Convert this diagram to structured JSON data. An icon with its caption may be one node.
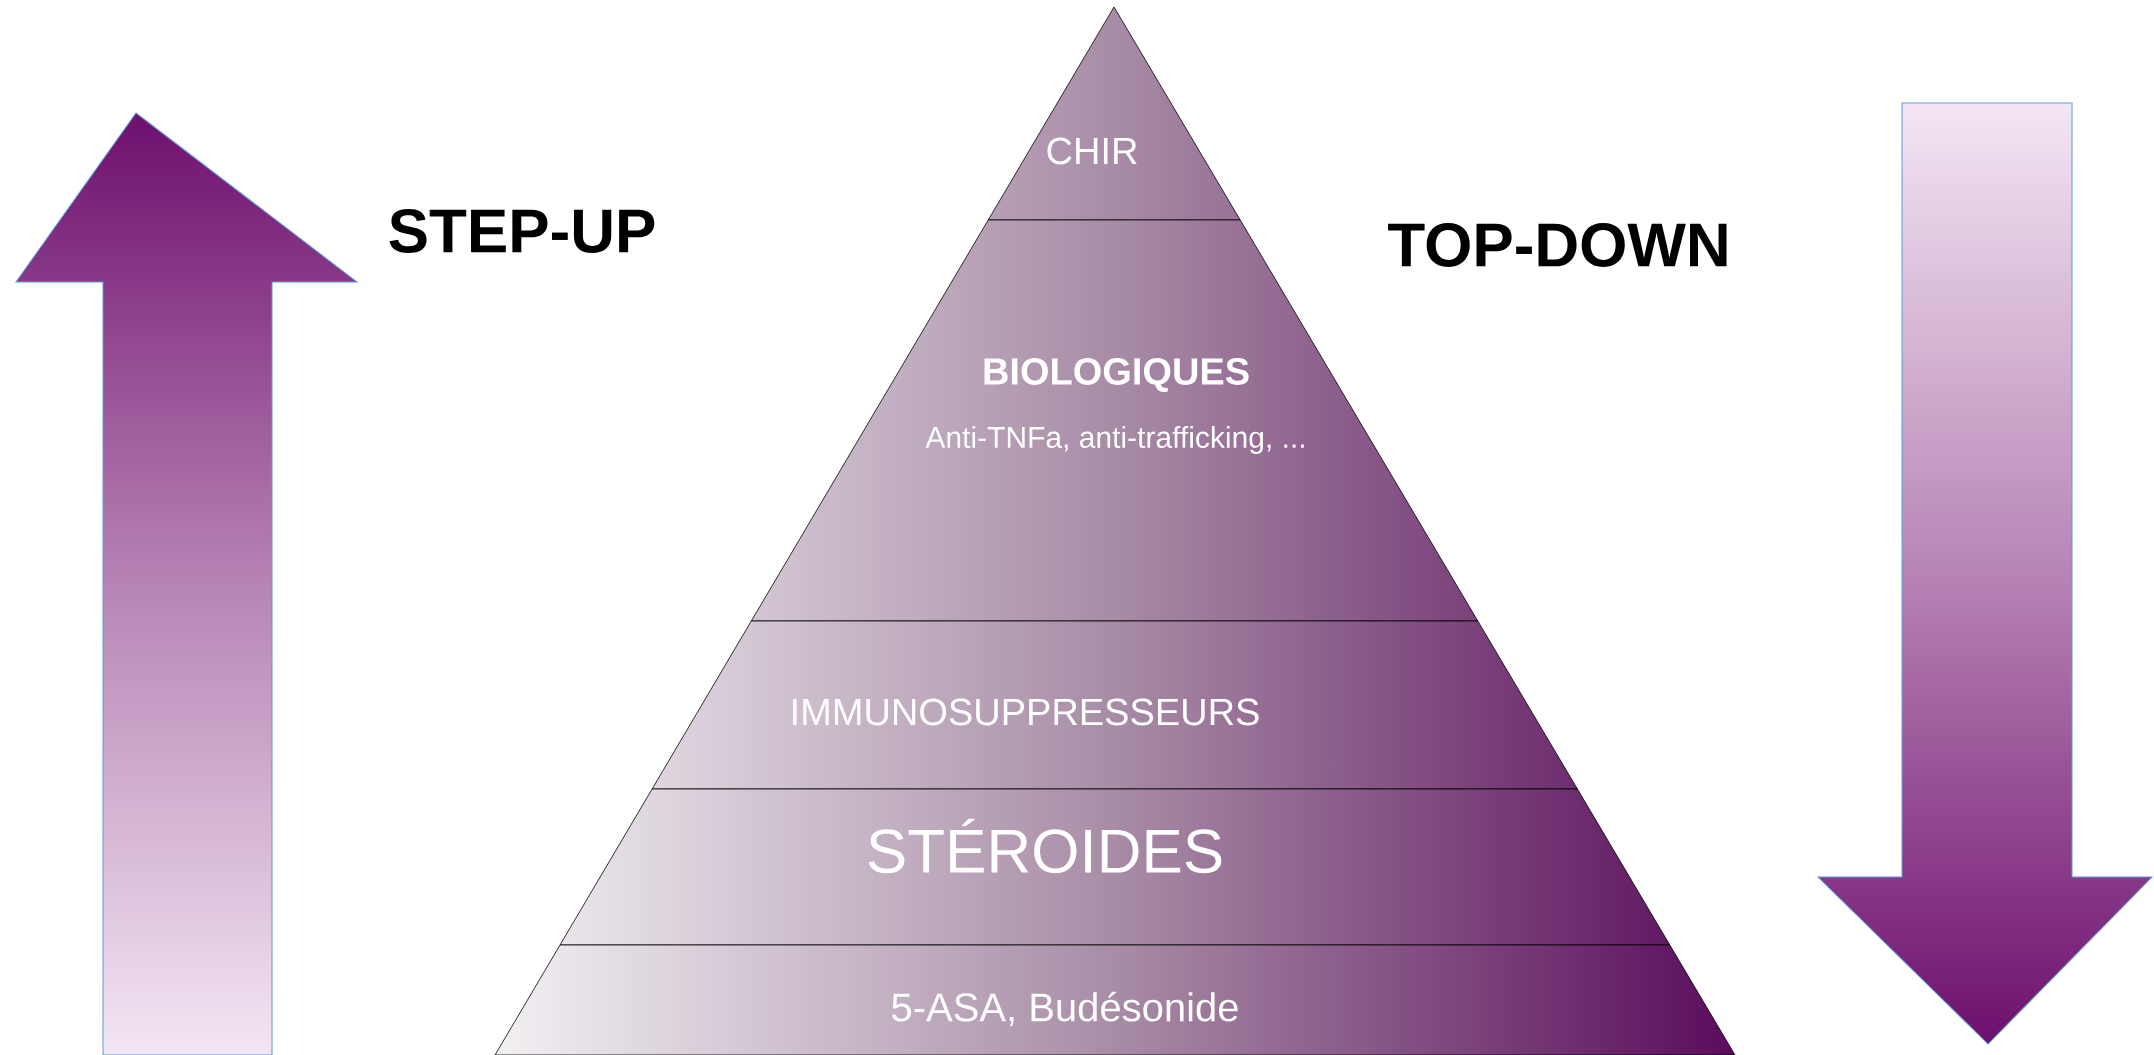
{
  "diagram": {
    "nodes": [
      {
        "text": [
          "CHIR"
        ]
      },
      {
        "text": [
          "BIOLOGIQUES",
          "Anti-TNFa, anti-trafficking, ..."
        ]
      },
      {
        "text": [
          "IMMUNOSUPPRESSEURS"
        ]
      },
      {
        "text": [
          "STÉROIDES"
        ]
      },
      {
        "text": [
          "5-ASA, Budésonide"
        ]
      }
    ],
    "labels": [
      "STEP-UP",
      "TOP-DOWN"
    ]
  }
}
